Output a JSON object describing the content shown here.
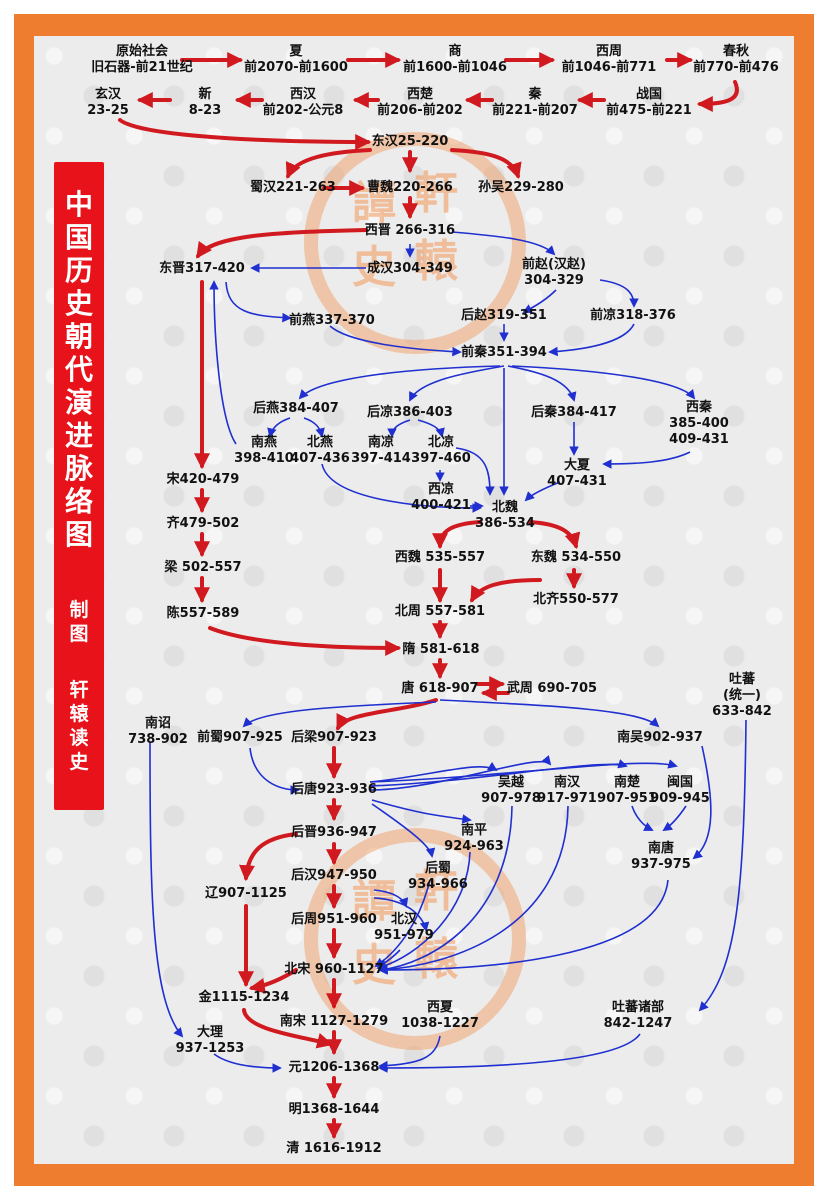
{
  "panel": {
    "title": "中国历史朝代演进脉络图",
    "sub1": "制图",
    "sub2": "轩辕读史"
  },
  "watermark": {
    "chars": [
      "譚",
      "軒",
      "史",
      "轅"
    ]
  },
  "colors": {
    "red": "#d01a1f",
    "blue": "#1f2fd0",
    "frame": "#ee7d2f",
    "panel": "#e8121a"
  },
  "nodes": {
    "n_yuanshi": {
      "l1": "原始社会",
      "l2": "旧石器-前21世纪"
    },
    "n_xia": {
      "l1": "夏",
      "l2": "前2070-前1600"
    },
    "n_shang": {
      "l1": "商",
      "l2": "前1600-前1046"
    },
    "n_xizhou": {
      "l1": "西周",
      "l2": "前1046-前771"
    },
    "n_chunqiu": {
      "l1": "春秋",
      "l2": "前770-前476"
    },
    "n_zhanguo": {
      "l1": "战国",
      "l2": "前475-前221"
    },
    "n_qin": {
      "l1": "秦",
      "l2": "前221-前207"
    },
    "n_xichu": {
      "l1": "西楚",
      "l2": "前206-前202"
    },
    "n_xihan": {
      "l1": "西汉",
      "l2": "前202-公元8"
    },
    "n_xin": {
      "l1": "新",
      "l2": "8-23"
    },
    "n_xuanhan": {
      "l1": "玄汉",
      "l2": "23-25"
    },
    "n_donghan": {
      "l1": "东汉25-220"
    },
    "n_shuhan": {
      "l1": "蜀汉221-263"
    },
    "n_caowei": {
      "l1": "曹魏220-266"
    },
    "n_sunwu": {
      "l1": "孙吴229-280"
    },
    "n_xijin": {
      "l1": "西晋 266-316"
    },
    "n_dongjin": {
      "l1": "东晋317-420"
    },
    "n_chenghan": {
      "l1": "成汉304-349"
    },
    "n_qianzhao": {
      "l1": "前赵(汉赵)",
      "l2": "304-329"
    },
    "n_qianyan": {
      "l1": "前燕337-370"
    },
    "n_houzhao": {
      "l1": "后赵319-351"
    },
    "n_qianliang": {
      "l1": "前凉318-376"
    },
    "n_qianqin": {
      "l1": "前秦351-394"
    },
    "n_houyan": {
      "l1": "后燕384-407"
    },
    "n_houliang": {
      "l1": "后凉386-403"
    },
    "n_houqin": {
      "l1": "后秦384-417"
    },
    "n_xiqin": {
      "l1": "西秦",
      "l2": "385-400",
      "l3": "409-431"
    },
    "n_nanyan": {
      "l1": "南燕",
      "l2": "398-410"
    },
    "n_beiyan": {
      "l1": "北燕",
      "l2": "407-436"
    },
    "n_nanliang": {
      "l1": "南凉",
      "l2": "397-414"
    },
    "n_beiliang": {
      "l1": "北凉",
      "l2": "397-460"
    },
    "n_daxia": {
      "l1": "大夏",
      "l2": "407-431"
    },
    "n_xiliang": {
      "l1": "西凉",
      "l2": "400-421"
    },
    "n_beiwei": {
      "l1": "北魏",
      "l2": "386-534"
    },
    "n_song": {
      "l1": "宋420-479"
    },
    "n_qi": {
      "l1": "齐479-502"
    },
    "n_liang": {
      "l1": "梁 502-557"
    },
    "n_chen": {
      "l1": "陈557-589"
    },
    "n_xiwei": {
      "l1": "西魏 535-557"
    },
    "n_dongwei": {
      "l1": "东魏 534-550"
    },
    "n_beizhou": {
      "l1": "北周 557-581"
    },
    "n_beiqi": {
      "l1": "北齐550-577"
    },
    "n_sui": {
      "l1": "隋 581-618"
    },
    "n_tang": {
      "l1": "唐  618-907"
    },
    "n_wuzhou": {
      "l1": "武周 690-705"
    },
    "n_tubo": {
      "l1": "吐蕃",
      "l2": "(统一)",
      "l3": "633-842"
    },
    "n_nanzhao": {
      "l1": "南诏",
      "l2": "738-902"
    },
    "n_qianshu": {
      "l1": "前蜀907-925"
    },
    "n_houliang2": {
      "l1": "后梁907-923"
    },
    "n_nanwu": {
      "l1": "南吴902-937"
    },
    "n_houtang": {
      "l1": "后唐923-936"
    },
    "n_wuyue": {
      "l1": "吴越",
      "l2": "907-978"
    },
    "n_nanhan": {
      "l1": "南汉",
      "l2": "917-971"
    },
    "n_nanchu": {
      "l1": "南楚",
      "l2": "907-951"
    },
    "n_minguo": {
      "l1": "闽国",
      "l2": "909-945"
    },
    "n_houjin": {
      "l1": "后晋936-947"
    },
    "n_nanping": {
      "l1": "南平",
      "l2": "924-963"
    },
    "n_nantang": {
      "l1": "南唐",
      "l2": "937-975"
    },
    "n_houshu": {
      "l1": "后蜀",
      "l2": "934-966"
    },
    "n_houhan": {
      "l1": "后汉947-950"
    },
    "n_liao": {
      "l1": "辽907-1125"
    },
    "n_houzhou": {
      "l1": "后周951-960"
    },
    "n_beihan": {
      "l1": "北汉",
      "l2": "951-979"
    },
    "n_beisong": {
      "l1": "北宋 960-1127"
    },
    "n_jin": {
      "l1": "金1115-1234"
    },
    "n_nansong": {
      "l1": "南宋 1127-1279"
    },
    "n_xixia": {
      "l1": "西夏",
      "l2": "1038-1227"
    },
    "n_tubozhubu": {
      "l1": "吐蕃诸部",
      "l2": "842-1247"
    },
    "n_dali": {
      "l1": "大理",
      "l2": "937-1253"
    },
    "n_yuan": {
      "l1": "元1206-1368"
    },
    "n_ming": {
      "l1": "明1368-1644"
    },
    "n_qing": {
      "l1": "清 1616-1912"
    }
  }
}
